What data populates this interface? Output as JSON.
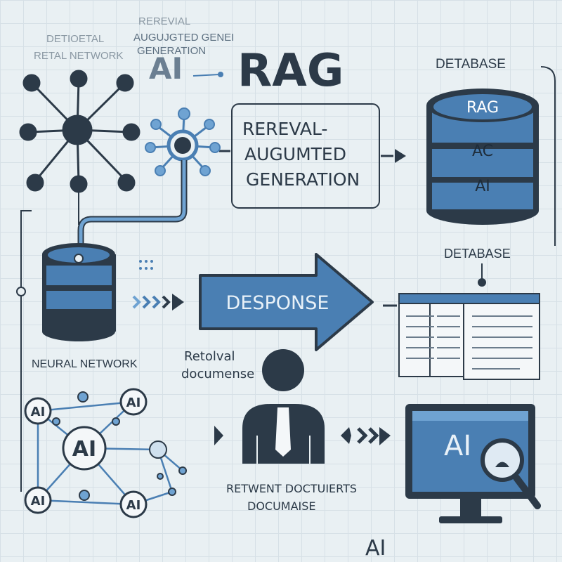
{
  "faint_labels": {
    "line1": "DETIOETAL",
    "line2": "RETAL NETWORK",
    "top1": "REREVIAL",
    "top2": "AUGUJGTED GENEI",
    "top3": "GENERATION",
    "ai_small": "AI"
  },
  "title": "RAG",
  "definition_box": {
    "line1": "REREVAL-",
    "line2": "AUGUMTED",
    "line3": "GENERATION"
  },
  "database_top": {
    "label": "DETABASE",
    "layers": [
      "RAG",
      "AC",
      "AI"
    ]
  },
  "database_mid_label": "DETABASE",
  "response_arrow": "DESPONSE",
  "neural_network_label": "NEURAL NETWORK",
  "retrieval_label": {
    "line1": "Retolval",
    "line2": "documense"
  },
  "person_caption": {
    "line1": "RETWENT DOCTUIERTS",
    "line2": "DOCUMAISE"
  },
  "ai_graph_nodes": [
    "AI",
    "AI",
    "AI",
    "AI",
    "AI"
  ],
  "monitor_label": "AI",
  "bottom_label": "AI",
  "colors": {
    "navy": "#2c3a48",
    "blue": "#4a7fb3",
    "light_blue": "#6fa3d2",
    "background": "#e9f0f3"
  }
}
